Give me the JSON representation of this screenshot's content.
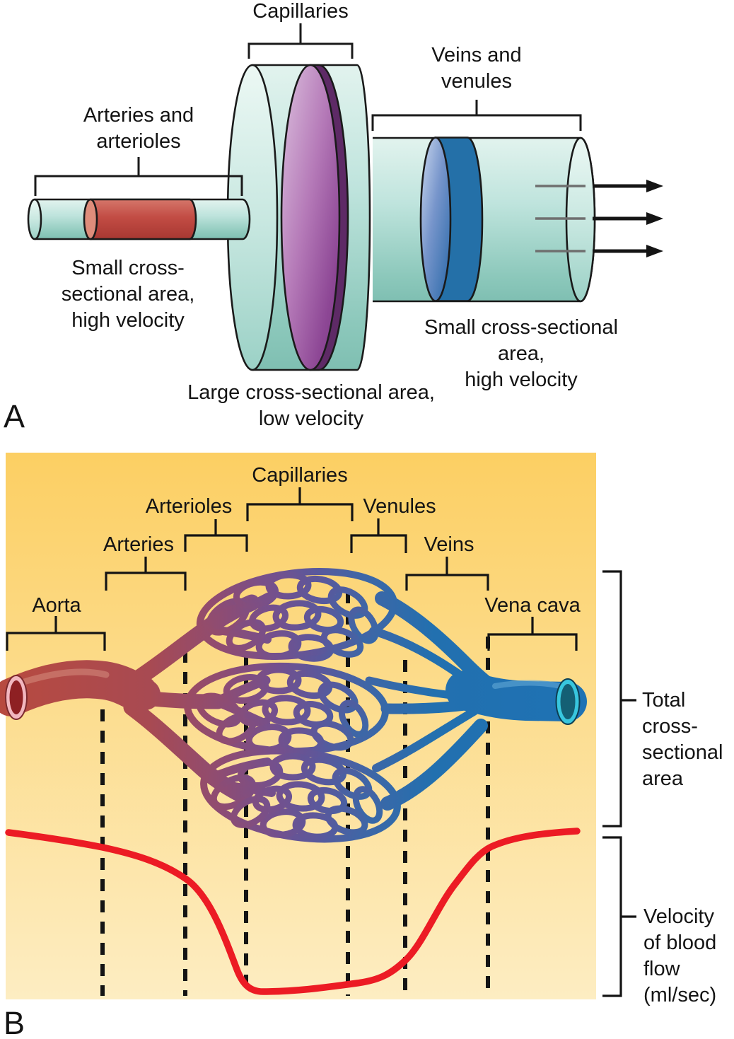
{
  "panel_a": {
    "letter": "A",
    "label_capillaries": "Capillaries",
    "label_arteries": "Arteries and\narterioles",
    "label_veins": "Veins and\nvenules",
    "caption_arteries": "Small cross-\nsectional area,\nhigh velocity",
    "caption_capillaries": "Large cross-sectional area,\nlow velocity",
    "caption_veins": "Small cross-sectional area,\nhigh velocity"
  },
  "panel_b": {
    "letter": "B",
    "label_aorta": "Aorta",
    "label_arteries": "Arteries",
    "label_arterioles": "Arterioles",
    "label_capillaries": "Capillaries",
    "label_venules": "Venules",
    "label_veins": "Veins",
    "label_vena_cava": "Vena cava",
    "label_total_area": "Total\ncross-\nsectional\narea",
    "label_velocity": "Velocity\nof blood\nflow\n(ml/sec)"
  },
  "colors": {
    "panel_b_background_top": "#fccf63",
    "panel_b_background_bottom": "#fdedc2",
    "velocity_curve_red": "#ec1b24",
    "artery_red": "#b5493f",
    "capillary_purple": "#6a4a85",
    "vein_blue": "#1e72b4",
    "cylinder_teal": "#bfe4dd",
    "disc_purple": "#8d4795",
    "disc_blue": "#2f6cab"
  }
}
